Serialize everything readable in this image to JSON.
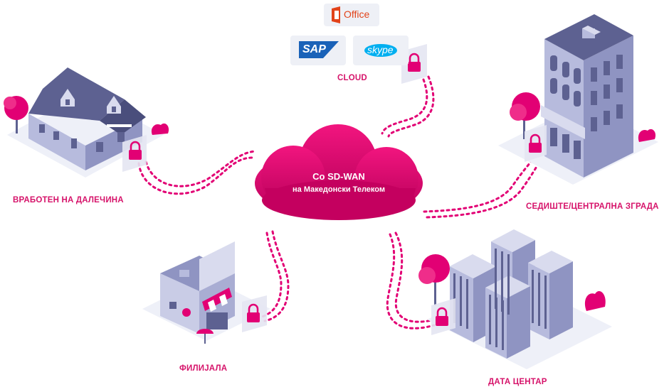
{
  "cloud": {
    "title": "Со SD-WAN",
    "subtitle": "на Македонски Телеком"
  },
  "cloud_apps": {
    "label": "CLOUD",
    "office": "Office",
    "sap": "SAP",
    "skype": "skype"
  },
  "locations": {
    "remote_worker": "ВРАБОТЕН НА ДАЛЕЧИНА",
    "headquarters": "СЕДИШТЕ/ЦЕНТРАЛНА ЗГРАДА",
    "branch": "ФИЛИЈАЛА",
    "data_center": "ДАТА ЦЕНТАР"
  },
  "colors": {
    "magenta": "#e20074",
    "label": "#d6136a",
    "building": "#a9add3",
    "building_dark": "#5d6191",
    "ground": "#eef0f8"
  },
  "icons": [
    "lock-icon",
    "tree-icon",
    "house-icon",
    "office-building-icon",
    "shop-icon",
    "data-center-icon",
    "cloud-icon"
  ]
}
